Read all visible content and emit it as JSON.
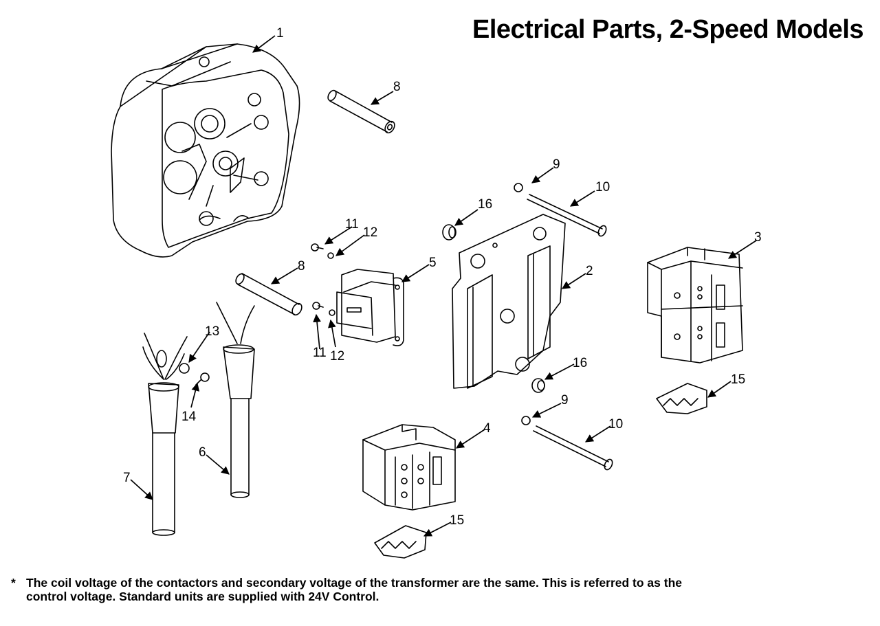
{
  "title": "Electrical Parts, 2-Speed Models",
  "callouts": [
    "1",
    "2",
    "3",
    "4",
    "5",
    "6",
    "7",
    "8",
    "8",
    "9",
    "9",
    "10",
    "10",
    "11",
    "11",
    "12",
    "12",
    "13",
    "14",
    "15",
    "15",
    "16",
    "16"
  ],
  "parts": [
    {
      "number": "1",
      "icon": "control-box-housing"
    },
    {
      "number": "2",
      "icon": "mounting-plate"
    },
    {
      "number": "3",
      "icon": "overload-relay-assembly"
    },
    {
      "number": "4",
      "icon": "contactor"
    },
    {
      "number": "5",
      "icon": "transformer"
    },
    {
      "number": "6",
      "icon": "strain-relief-cord"
    },
    {
      "number": "7",
      "icon": "power-cord-assembly"
    },
    {
      "number": "8",
      "icon": "standoff-tube"
    },
    {
      "number": "9",
      "icon": "washer"
    },
    {
      "number": "10",
      "icon": "mounting-rod"
    },
    {
      "number": "11",
      "icon": "screw"
    },
    {
      "number": "12",
      "icon": "lock-washer"
    },
    {
      "number": "13",
      "icon": "ground-washer"
    },
    {
      "number": "14",
      "icon": "ground-screw"
    },
    {
      "number": "15",
      "icon": "terminal-block"
    },
    {
      "number": "16",
      "icon": "push-nut"
    }
  ],
  "footnote": {
    "marker": "*",
    "line1": "The coil voltage of the contactors and secondary voltage of the transformer are the same. This is referred to as the",
    "line2": "control voltage. Standard units are supplied with 24V Control."
  }
}
